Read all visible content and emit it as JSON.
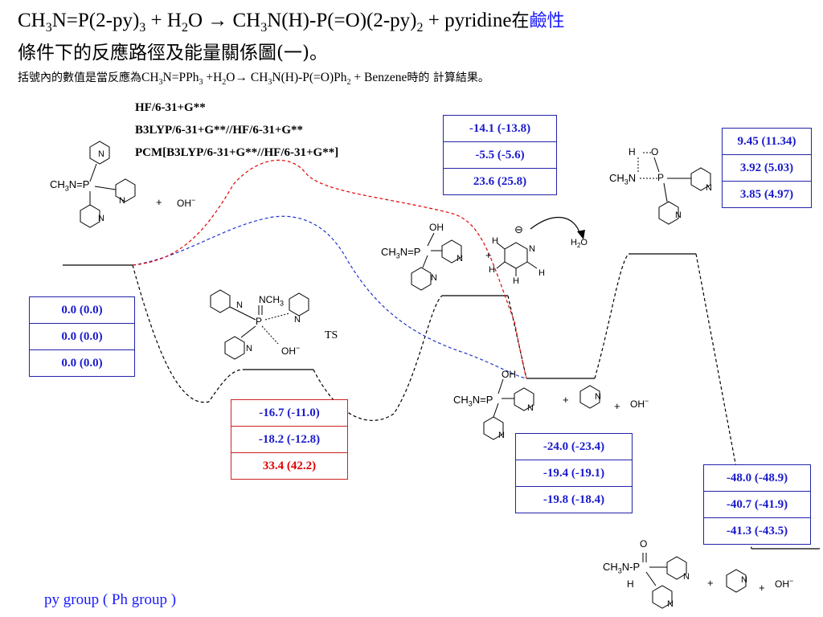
{
  "title": {
    "eq_left": "CH3N=P(2-py)3 + H2O → CH3N(H)-P(=O)(2-py)2 + pyridine",
    "suffix_black": "在",
    "suffix_blue": "鹼性",
    "line2": "條件下的反應路徑及能量關係圖(一)。",
    "line3": "括號內的數值是當反應為CH3N=PPh3 +H2O→ CH3N(H)-P(=O)Ph2 + Benzene時的 計算結果。"
  },
  "methods": [
    "HF/6-31+G**",
    "B3LYP/6-31+G**//HF/6-31+G**",
    "PCM[B3LYP/6-31+G**//HF/6-31+G**]"
  ],
  "energy_boxes": [
    {
      "id": "reactant",
      "values": [
        "0.0 (0.0)",
        "0.0 (0.0)",
        "0.0 (0.0)"
      ],
      "red_index": -1
    },
    {
      "id": "ts1",
      "values": [
        "-16.7 (-11.0)",
        "-18.2 (-12.8)",
        "33.4 (42.2)"
      ],
      "red_index": 2
    },
    {
      "id": "intermediate-top",
      "values": [
        "-14.1 (-13.8)",
        "-5.5 (-5.6)",
        "23.6 (25.8)"
      ],
      "red_index": -1
    },
    {
      "id": "intermediate",
      "values": [
        "-24.0 (-23.4)",
        "-19.4 (-19.1)",
        "-19.8 (-18.4)"
      ],
      "red_index": -1
    },
    {
      "id": "ts2",
      "values": [
        "9.45 (11.34)",
        "3.92 (5.03)",
        "3.85 (4.97)"
      ],
      "red_index": -1
    },
    {
      "id": "product",
      "values": [
        "-48.0 (-48.9)",
        "-40.7 (-41.9)",
        "-41.3 (-43.5)"
      ],
      "red_index": -1
    }
  ],
  "labels": {
    "reactant_group": "CH3N=P",
    "plus": "+",
    "oh_minus": "OH",
    "minus": "−",
    "ts": "TS",
    "nch3": "NCH3",
    "p": "P",
    "n": "N",
    "h": "H",
    "o": "O",
    "oh": "OH",
    "h2o": "H2O",
    "ch3n_eq_p": "CH3N=P",
    "ch3n_p": "CH3N-P",
    "ch3n": "CH3N",
    "circle_minus": "⊖"
  },
  "footer": "py group ( Ph group )",
  "colors": {
    "blue_text": "#1a1aff",
    "box_border": "#2222aa",
    "red_text": "#e00000",
    "red_path": "#e00000",
    "blue_path": "#2233cc",
    "black_path": "#000000"
  }
}
